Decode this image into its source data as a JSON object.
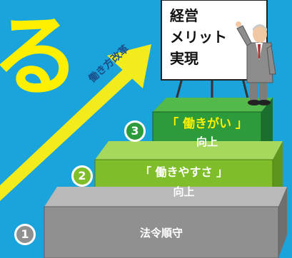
{
  "decor": {
    "big_char": "る"
  },
  "arrow": {
    "text": "働き方改革"
  },
  "board": {
    "line1": "経営",
    "line2": "メリット",
    "line3": "実現"
  },
  "steps": [
    {
      "number": "1",
      "line1": "法令順守",
      "line2": ""
    },
    {
      "number": "2",
      "line1": "「 働きやすさ 」",
      "line2": "向上"
    },
    {
      "number": "3",
      "line1": "「 働きがい 」",
      "line2": "向上"
    }
  ],
  "colors": {
    "background": "#1ba3dc",
    "arrow": "#f2ec1d",
    "step1": "#909090",
    "step2": "#7fbe2a",
    "step3": "#2d9a3b",
    "highlight": "#fff000"
  }
}
